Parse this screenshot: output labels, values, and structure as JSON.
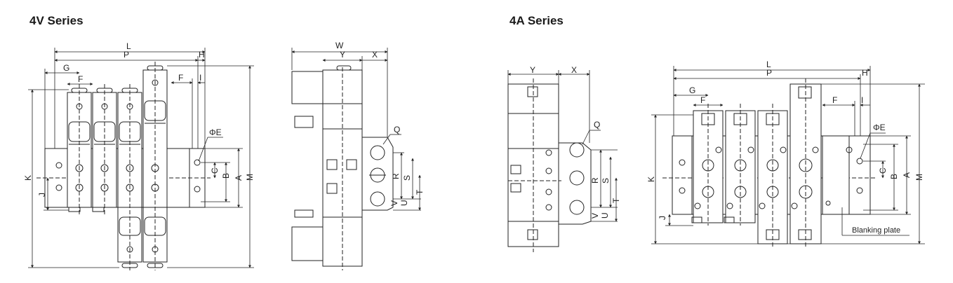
{
  "left": {
    "title": "4V Series",
    "dims": {
      "L": "L",
      "P": "P",
      "H": "H",
      "G": "G",
      "F": "F",
      "I": "I",
      "W": "W",
      "Y": "Y",
      "X": "X",
      "Q": "Q",
      "PhiE": "ΦE",
      "K": "K",
      "M": "M",
      "J": "J",
      "A": "A",
      "B": "B",
      "C": "C",
      "R": "R",
      "S": "S",
      "T": "T",
      "U": "U",
      "V": "V"
    }
  },
  "right": {
    "title": "4A Series",
    "blanking_plate": "Blanking plate",
    "dims": {
      "L": "L",
      "P": "P",
      "H": "H",
      "G": "G",
      "F": "F",
      "I": "I",
      "Y": "Y",
      "X": "X",
      "Q": "Q",
      "PhiE": "ΦE",
      "K": "K",
      "M": "M",
      "J": "J",
      "A": "A",
      "B": "B",
      "C": "C",
      "R": "R",
      "S": "S",
      "T": "T",
      "U": "U",
      "V": "V"
    }
  },
  "colors": {
    "line": "#222222",
    "panel": "#ffffff",
    "background": "#ffffff"
  }
}
